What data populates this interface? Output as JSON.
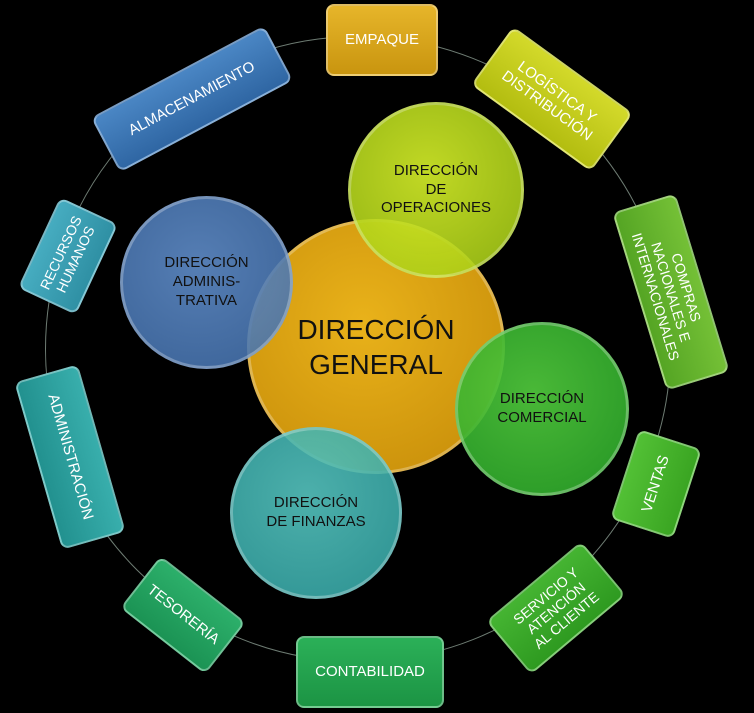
{
  "colors": {
    "background": "#000000",
    "ring": "#b8d8c8",
    "general": "#d7a210",
    "operaciones": "#b9d61c",
    "administrativa": "#4f7fb8",
    "comercial": "#3ab830",
    "finanzas": "#40b2b0",
    "empaque": "#d9a81a",
    "logistica": "#c5ce16",
    "compras": "#62b12c",
    "ventas": "#43b22b",
    "servicio": "#37a828",
    "contabilidad": "#21a44e",
    "tesoreria": "#20a060",
    "administracion": "#2b9fa0",
    "rrhh": "#3aa0b0",
    "almacenamiento": "#3b74b0"
  },
  "center": {
    "general": "DIRECCIÓN\nGENERAL",
    "operaciones": "DIRECCIÓN\nDE\nOPERACIONES",
    "administrativa": "DIRECCIÓN\nADMINIS-\nTRATIVA",
    "comercial": "DIRECCIÓN\nCOMERCIAL",
    "finanzas": "DIRECCIÓN\nDE FINANZAS"
  },
  "outer": {
    "empaque": "EMPAQUE",
    "logistica": "LOGÍSTICA Y\nDISTRIBUCIÓN",
    "compras": "COMPRAS\nNACIONALES E\nINTERNACIONALES",
    "ventas": "VENTAS",
    "servicio": "SERVICIO Y\nATENCIÓN\nAL CLIENTE",
    "contabilidad": "CONTABILIDAD",
    "tesoreria": "TESORERÍA",
    "administracion": "ADMINISTRACIÓN",
    "rrhh": "RECURSOS\nHUMANOS",
    "almacenamiento": "ALMACENAMIENTO"
  }
}
